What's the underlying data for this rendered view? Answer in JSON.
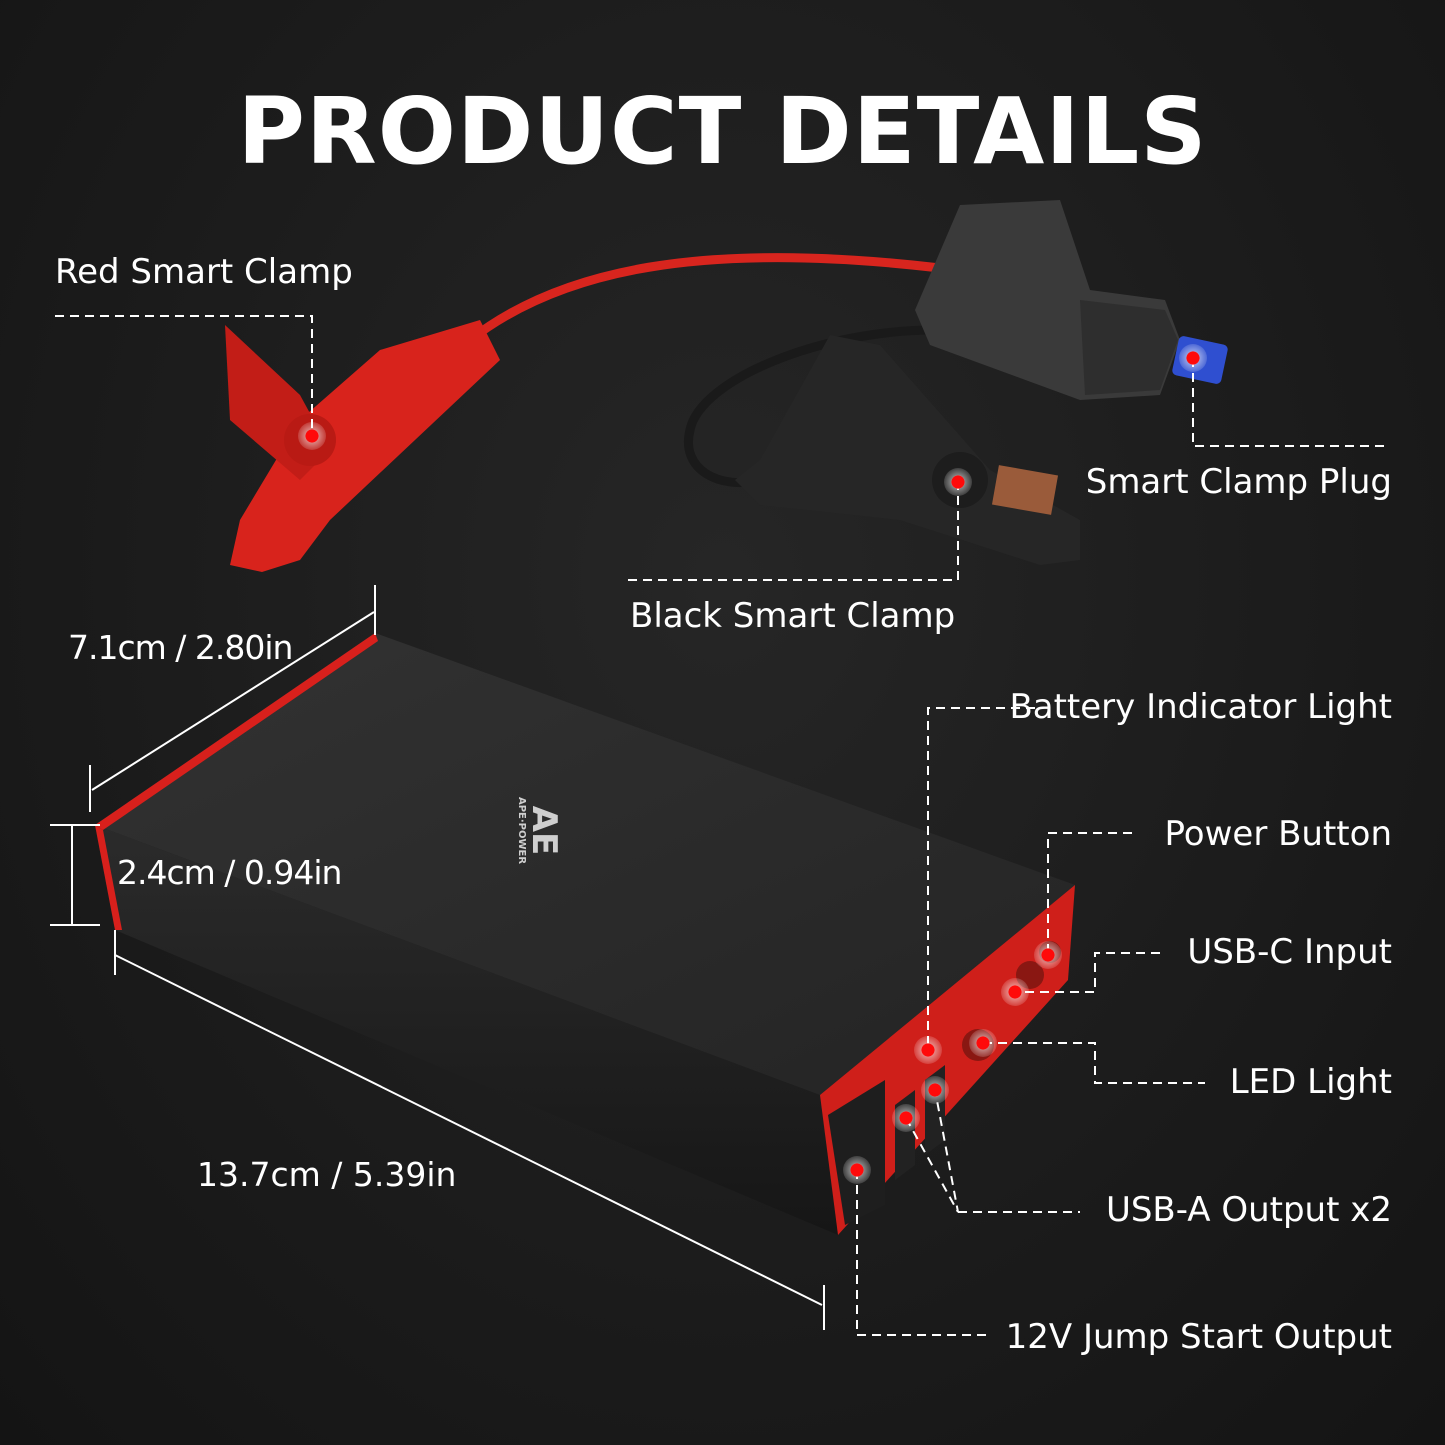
{
  "title": "PRODUCT DETAILS",
  "brand": {
    "logo_text": "AE",
    "sub_text": "APE·POWER"
  },
  "callouts": {
    "red_clamp": "Red Smart Clamp",
    "clamp_plug": "Smart Clamp Plug",
    "black_clamp": "Black Smart Clamp",
    "battery_indicator": "Battery Indicator Light",
    "power_button": "Power Button",
    "usb_c_input": "USB-C Input",
    "led_light": "LED Light",
    "usb_a_output": "USB-A Output x2",
    "jump_start_output": "12V Jump Start Output"
  },
  "dimensions": {
    "width": "7.1cm / 2.80in",
    "height": "2.4cm / 0.94in",
    "length": "13.7cm / 5.39in"
  },
  "colors": {
    "accent_red": "#d8201c",
    "marker_red": "#ff1010",
    "body_black": "#2a2a2a",
    "connector_blue": "#2f4fd0"
  }
}
